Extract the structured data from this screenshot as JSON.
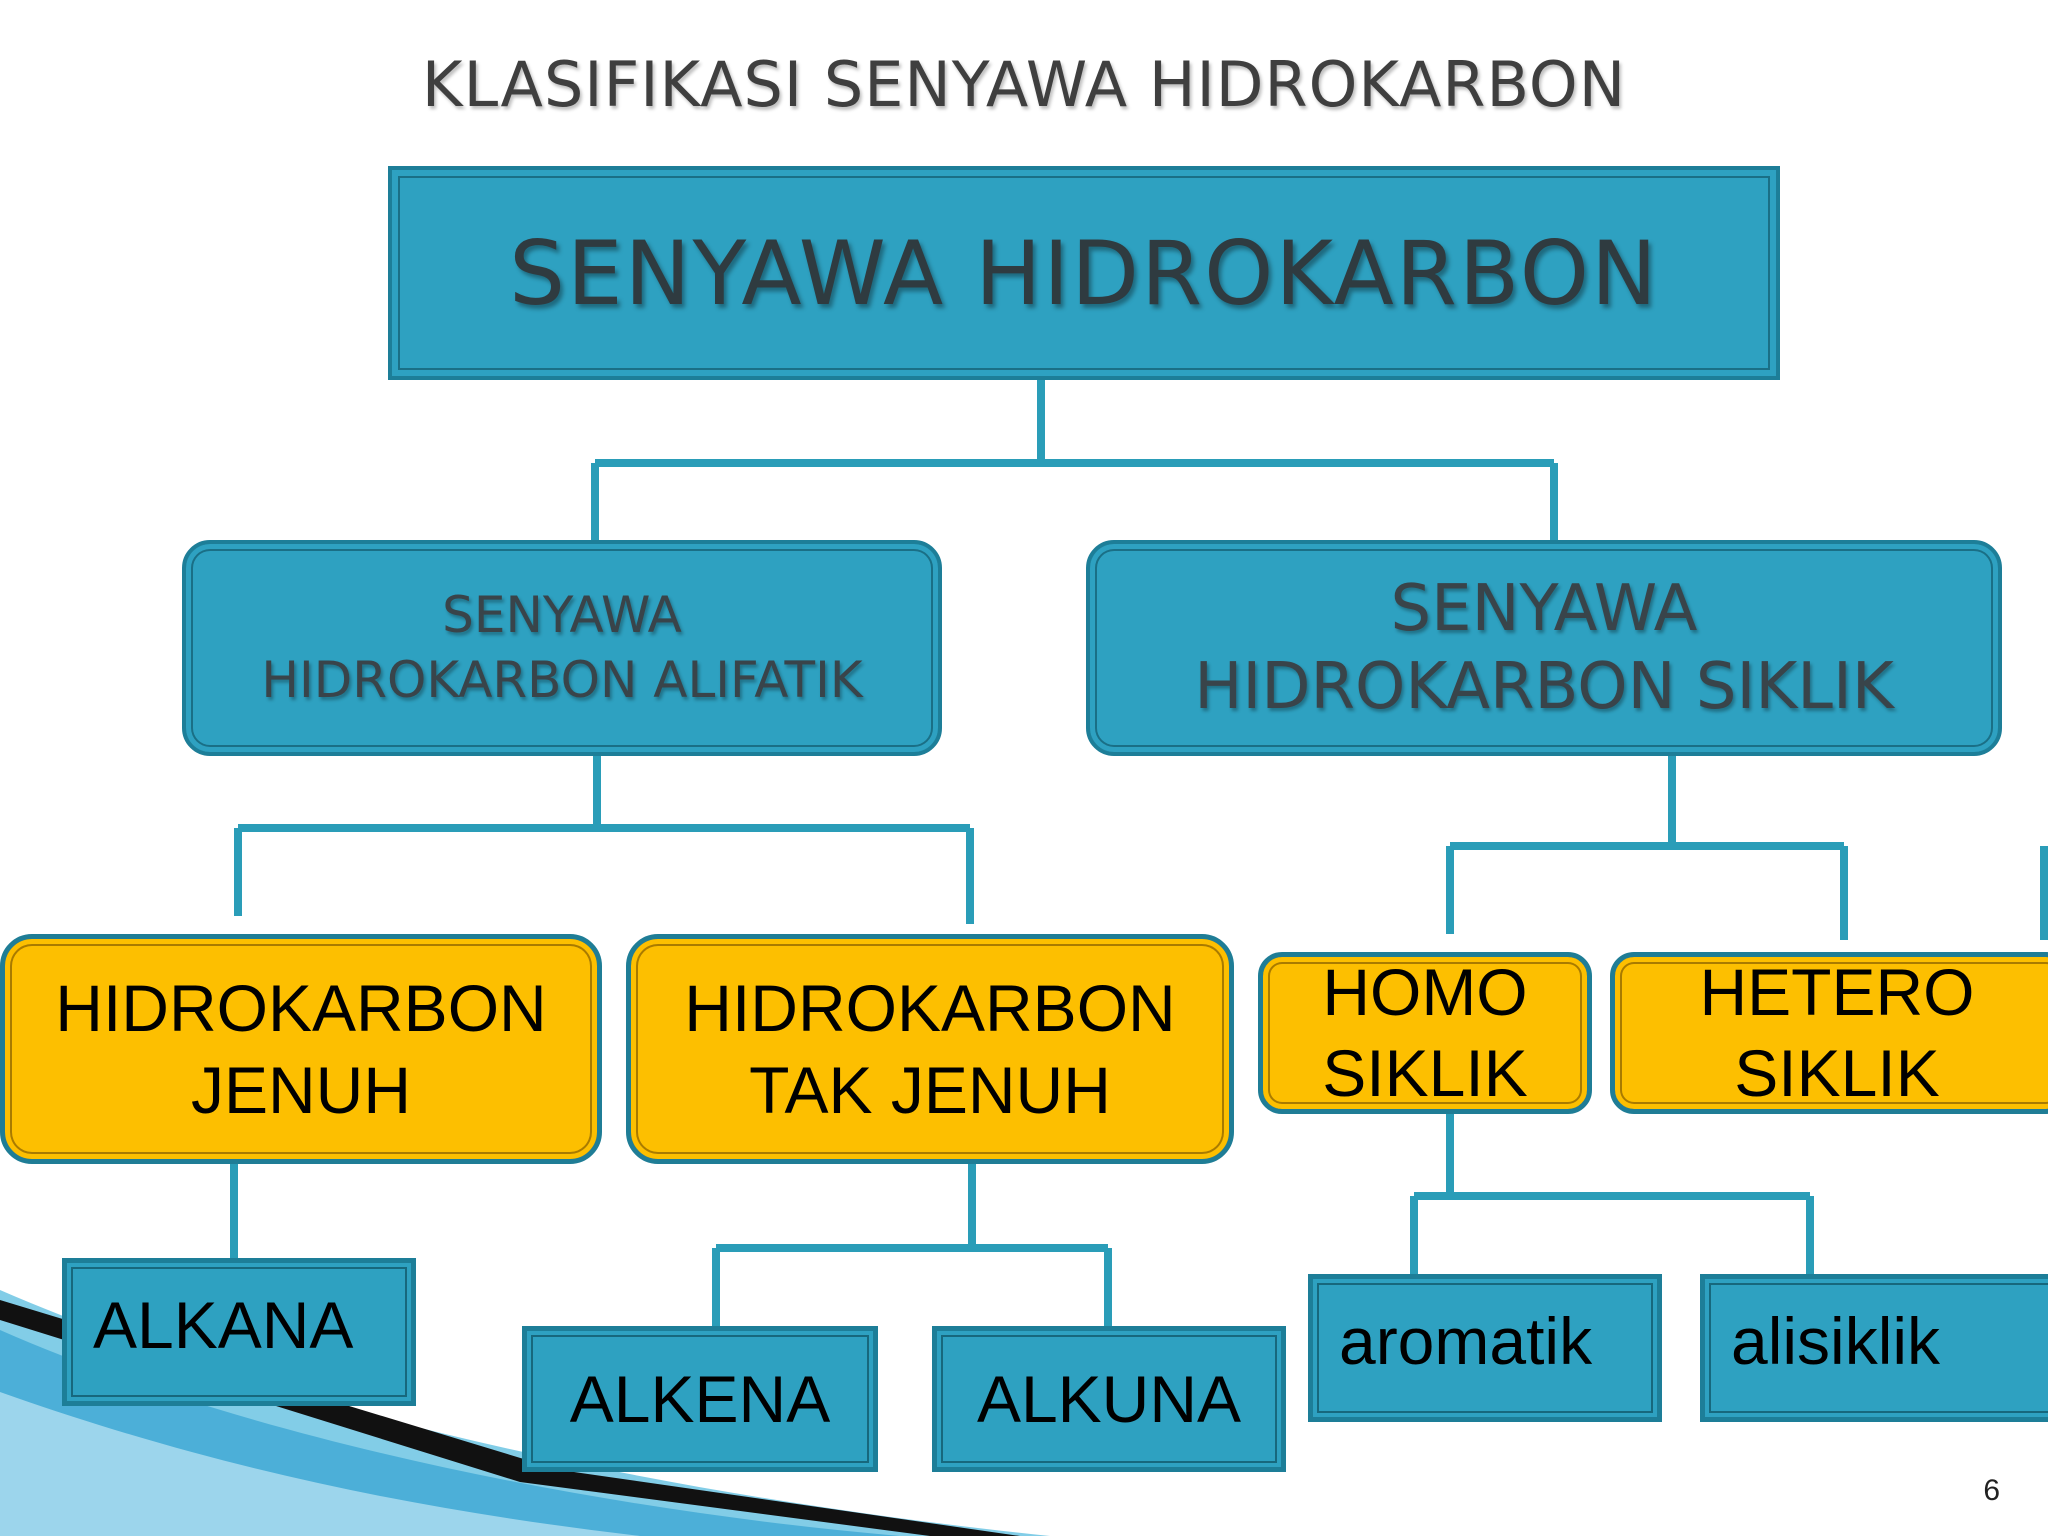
{
  "title": "KLASIFIKASI SENYAWA HIDROKARBON",
  "root": {
    "label": "SENYAWA HIDROKARBON"
  },
  "branches": {
    "alifatik": "SENYAWA\nHIDROKARBON ALIFATIK",
    "siklik": "SENYAWA\nHIDROKARBON SIKLIK"
  },
  "subgroups": {
    "jenuh": "HIDROKARBON\nJENUH",
    "tak_jenuh": "HIDROKARBON\nTAK JENUH",
    "homo": "HOMO\nSIKLIK",
    "hetero": "HETERO\nSIKLIK"
  },
  "leaves": {
    "alkana": "ALKANA",
    "alkena": "ALKENA",
    "alkuna": "ALKUNA",
    "aromatik": "aromatik",
    "alisiklik": "alisiklik"
  },
  "page_number": "6",
  "colors": {
    "box_blue": "#2ea1c1",
    "box_border": "#1d7e98",
    "box_yellow": "#fdbf00",
    "connector": "#2a9db8"
  }
}
